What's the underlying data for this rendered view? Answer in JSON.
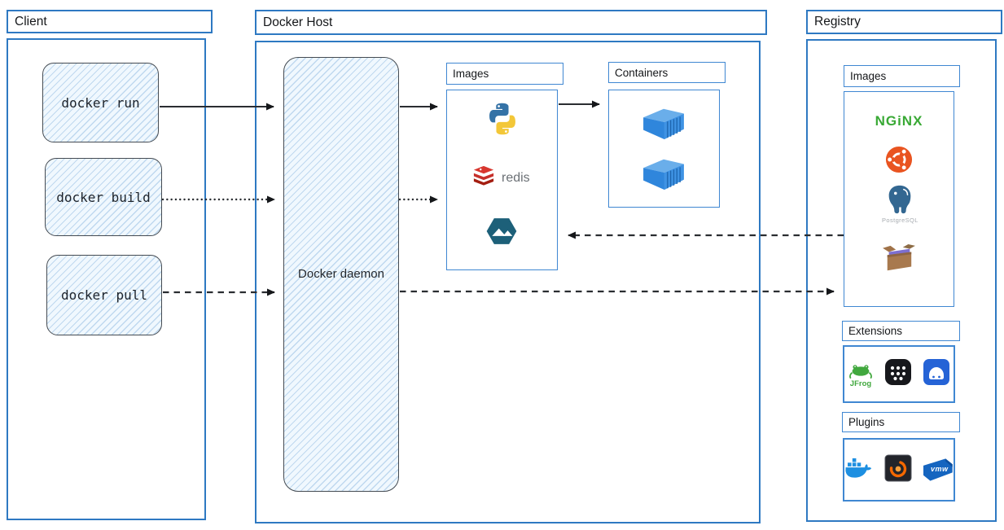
{
  "client": {
    "title": "Client",
    "commands": [
      {
        "label": "docker run",
        "arrow_style": "solid"
      },
      {
        "label": "docker build",
        "arrow_style": "dotted"
      },
      {
        "label": "docker pull",
        "arrow_style": "dashed"
      }
    ]
  },
  "docker_host": {
    "title": "Docker Host",
    "daemon_label": "Docker daemon",
    "images_panel": {
      "title": "Images",
      "items": [
        {
          "icon": "python-icon"
        },
        {
          "icon": "redis-icon",
          "label": "redis"
        },
        {
          "icon": "alpine-icon"
        }
      ]
    },
    "containers_panel": {
      "title": "Containers",
      "items": [
        {
          "icon": "container-icon"
        },
        {
          "icon": "container-icon"
        }
      ]
    }
  },
  "registry": {
    "title": "Registry",
    "images_panel": {
      "title": "Images",
      "items": [
        {
          "icon": "nginx-logo",
          "label": "NGiNX"
        },
        {
          "icon": "ubuntu-icon"
        },
        {
          "icon": "postgresql-icon",
          "label": "PostgreSQL"
        },
        {
          "icon": "busybox-icon"
        }
      ]
    },
    "extensions_panel": {
      "title": "Extensions",
      "items": [
        {
          "icon": "jfrog-icon",
          "label": "JFrog"
        },
        {
          "icon": "apps-grid-icon"
        },
        {
          "icon": "disk-drive-icon"
        }
      ]
    },
    "plugins_panel": {
      "title": "Plugins",
      "items": [
        {
          "icon": "docker-whale-icon"
        },
        {
          "icon": "grafana-icon"
        },
        {
          "icon": "vmware-icon",
          "label": "vmw"
        }
      ]
    }
  },
  "arrows": [
    {
      "from": "docker run",
      "to": "Docker daemon",
      "style": "solid"
    },
    {
      "from": "docker build",
      "to": "Docker daemon",
      "style": "dotted"
    },
    {
      "from": "docker pull",
      "to": "Docker daemon",
      "style": "dashed"
    },
    {
      "from": "Docker daemon",
      "to": "Host Images",
      "style": "solid"
    },
    {
      "from": "Docker daemon",
      "to": "Host Images",
      "style": "dotted"
    },
    {
      "from": "Host Images",
      "to": "Containers",
      "style": "solid"
    },
    {
      "from": "Docker daemon",
      "to": "Registry Images",
      "style": "dashed"
    },
    {
      "from": "Registry Images",
      "to": "Host Images",
      "style": "dashed"
    }
  ],
  "colors": {
    "border_blue": "#2e79c2",
    "panel_blue": "#3f87d2",
    "sketch_stroke": "#454b52",
    "hachure_fill": "#f0f8fe",
    "arrow_black": "#15171a",
    "nginx_green": "#39a935",
    "redis_red": "#c6302b",
    "ubuntu_orange": "#e95420",
    "postgres_blue": "#336791",
    "docker_blue": "#1d8fe1"
  }
}
